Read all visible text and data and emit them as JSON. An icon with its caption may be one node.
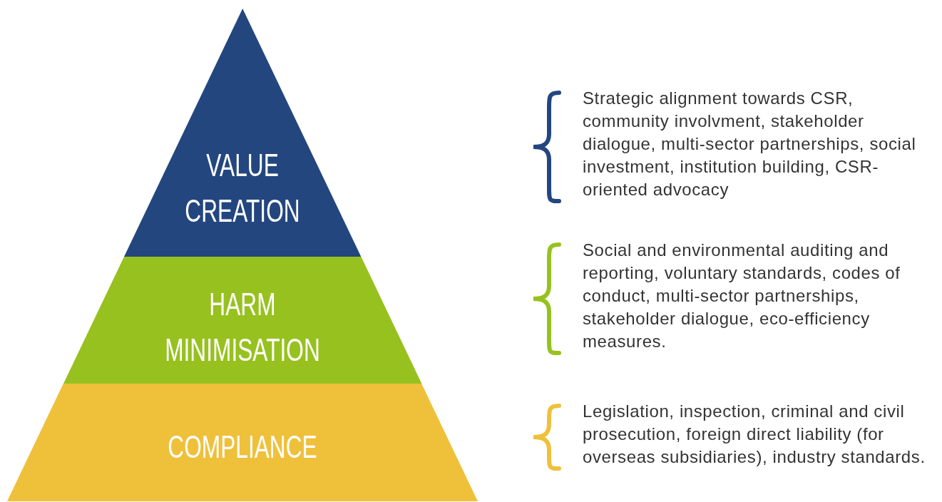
{
  "diagram": {
    "nodes": [
      {
        "text": [
          "VALUE CREATION"
        ]
      },
      {
        "text": [
          "HARM MINIMISATION"
        ]
      },
      {
        "text": [
          "COMPLIANCE"
        ]
      }
    ],
    "labels": [
      "Strategic alignment towards CSR, community involvment, stakeholder dialogue, multi-sector partnerships, social investment, institution building, CSR-oriented advocacy",
      "Social and environmental auditing and reporting, voluntary standards, codes of conduct, multi-sector partnerships, stakeholder dialogue, eco-efficiency measures.",
      "Legislation, inspection, criminal and civil prosecution, foreign direct liability (for overseas subsidiaries), industry standards."
    ]
  }
}
